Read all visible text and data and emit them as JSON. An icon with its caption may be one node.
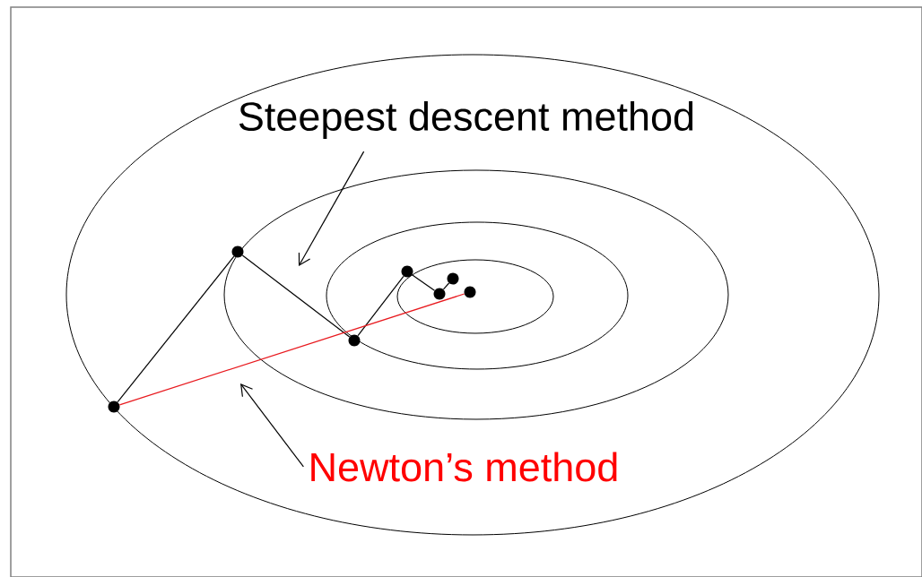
{
  "diagram": {
    "nodes": [
      {
        "text": [
          "Steepest descent method"
        ]
      },
      {
        "text": [
          "Newton’s method"
        ]
      },
      {
        "text": [],
        "shape": "circle"
      },
      {
        "text": [],
        "shape": "circle"
      },
      {
        "text": [],
        "shape": "circle"
      },
      {
        "text": [],
        "shape": "circle"
      },
      {
        "text": [],
        "shape": "circle"
      },
      {
        "text": [],
        "shape": "circle"
      },
      {
        "text": [],
        "shape": "circle"
      }
    ],
    "edges": [
      {
        "from": 0,
        "to": null,
        "arrow": "to"
      },
      {
        "from": 1,
        "to": null,
        "arrow": "to"
      },
      {
        "from": 2,
        "to": 3,
        "arrow": "none"
      },
      {
        "from": 3,
        "to": 4,
        "arrow": "none"
      },
      {
        "from": 4,
        "to": 5,
        "arrow": "none"
      },
      {
        "from": 5,
        "to": 6,
        "arrow": "none"
      },
      {
        "from": 6,
        "to": 7,
        "arrow": "none"
      },
      {
        "from": 2,
        "to": 8,
        "arrow": "none",
        "color": "#e8191e"
      }
    ]
  }
}
